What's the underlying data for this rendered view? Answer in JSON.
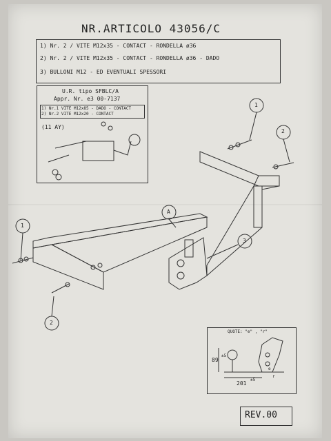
{
  "header": {
    "title": "NR.ARTICOLO 43056/C",
    "parts": [
      "1) Nr. 2 / VITE M12x35 - CONTACT - RONDELLA ø36",
      "2) Nr. 2 / VITE M12x35 - CONTACT - RONDELLA ø36 - DADO",
      "3) BULLONI M12 - ED EVENTUALI SPESSORI"
    ]
  },
  "detail": {
    "line1": "U.R. tipo SFBLC/A",
    "line2": "Appr. Nr. e3 00-7137",
    "rows": [
      "1) Nr.1  VITE M12x85 - DADO - CONTACT",
      "2) Nr.2  VITE M12x20 - CONTACT"
    ],
    "tag": "(11 AY)"
  },
  "callouts": {
    "one": "1",
    "two": "2",
    "three": "3",
    "a": "A"
  },
  "dims": {
    "title": "QUOTE: \"e\" , \"r\"",
    "height": "89",
    "height_tol": "±5",
    "length": "201",
    "length_tol": "±5",
    "e_label": "e",
    "r_label": "r"
  },
  "footer": {
    "rev": "REV.00"
  },
  "colors": {
    "paper": "#e4e3de",
    "ink": "#222222"
  }
}
